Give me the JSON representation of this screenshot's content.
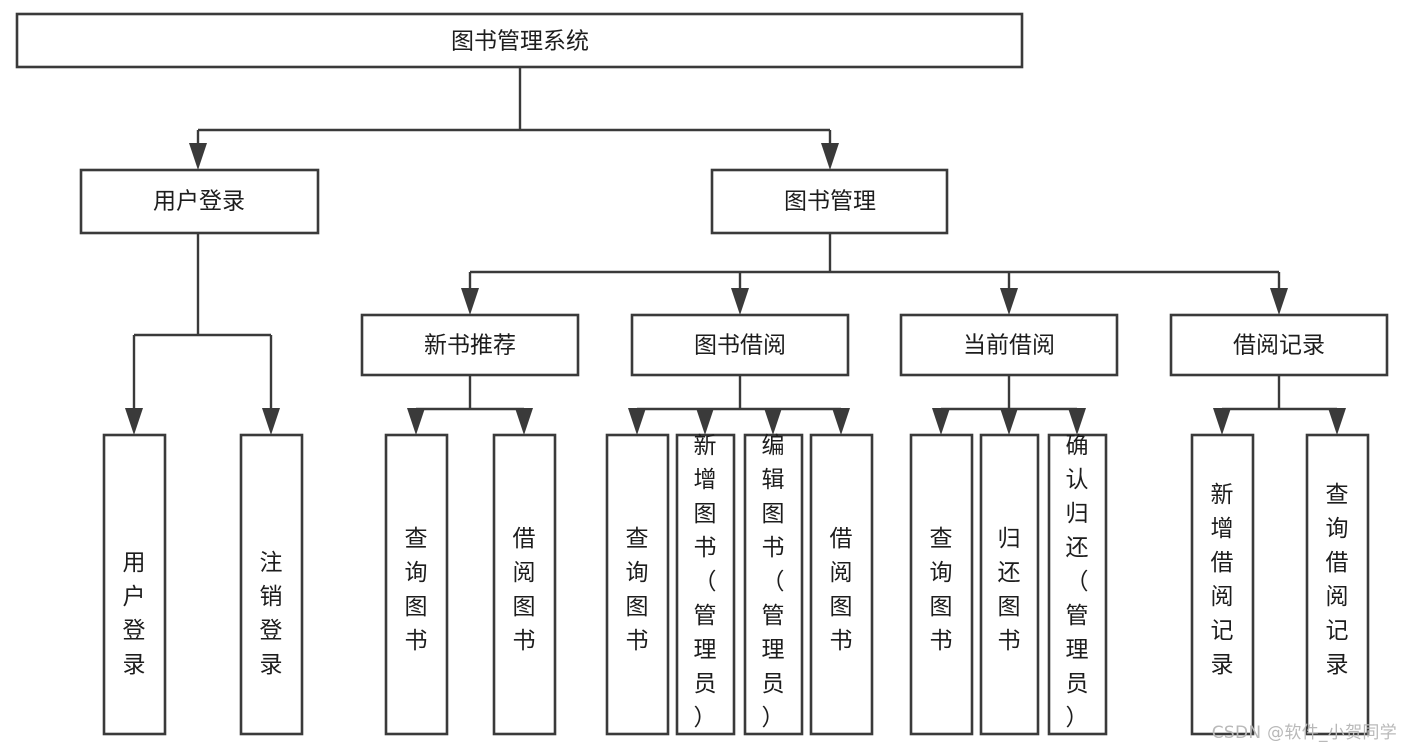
{
  "diagram": {
    "type": "tree",
    "title": "图书管理系统",
    "watermark": "CSDN @软件_小贺同学",
    "colors": {
      "box_stroke": "#3a3a3a",
      "box_fill": "#ffffff",
      "connector": "#3a3a3a",
      "text": "#1d1d1d",
      "background": "#ffffff",
      "watermark": "#b9b9b9"
    },
    "levels": {
      "root": {
        "label": "图书管理系统"
      },
      "level2": [
        {
          "label": "用户登录"
        },
        {
          "label": "图书管理"
        }
      ],
      "level3": [
        {
          "label": "新书推荐"
        },
        {
          "label": "图书借阅"
        },
        {
          "label": "当前借阅"
        },
        {
          "label": "借阅记录"
        }
      ]
    },
    "leaves": {
      "user_login": [
        {
          "label": "用户登录"
        },
        {
          "label": "注销登录"
        }
      ],
      "new_book_recommend": [
        {
          "label": "查询图书"
        },
        {
          "label": "借阅图书"
        }
      ],
      "book_borrow": [
        {
          "label": "查询图书"
        },
        {
          "label": "新增图书（管理员）"
        },
        {
          "label": "编辑图书（管理员）"
        },
        {
          "label": "借阅图书"
        }
      ],
      "current_borrow": [
        {
          "label": "查询图书"
        },
        {
          "label": "归还图书"
        },
        {
          "label": "确认归还（管理员）"
        }
      ],
      "borrow_record": [
        {
          "label": "新增借阅记录"
        },
        {
          "label": "查询借阅记录"
        }
      ]
    }
  }
}
